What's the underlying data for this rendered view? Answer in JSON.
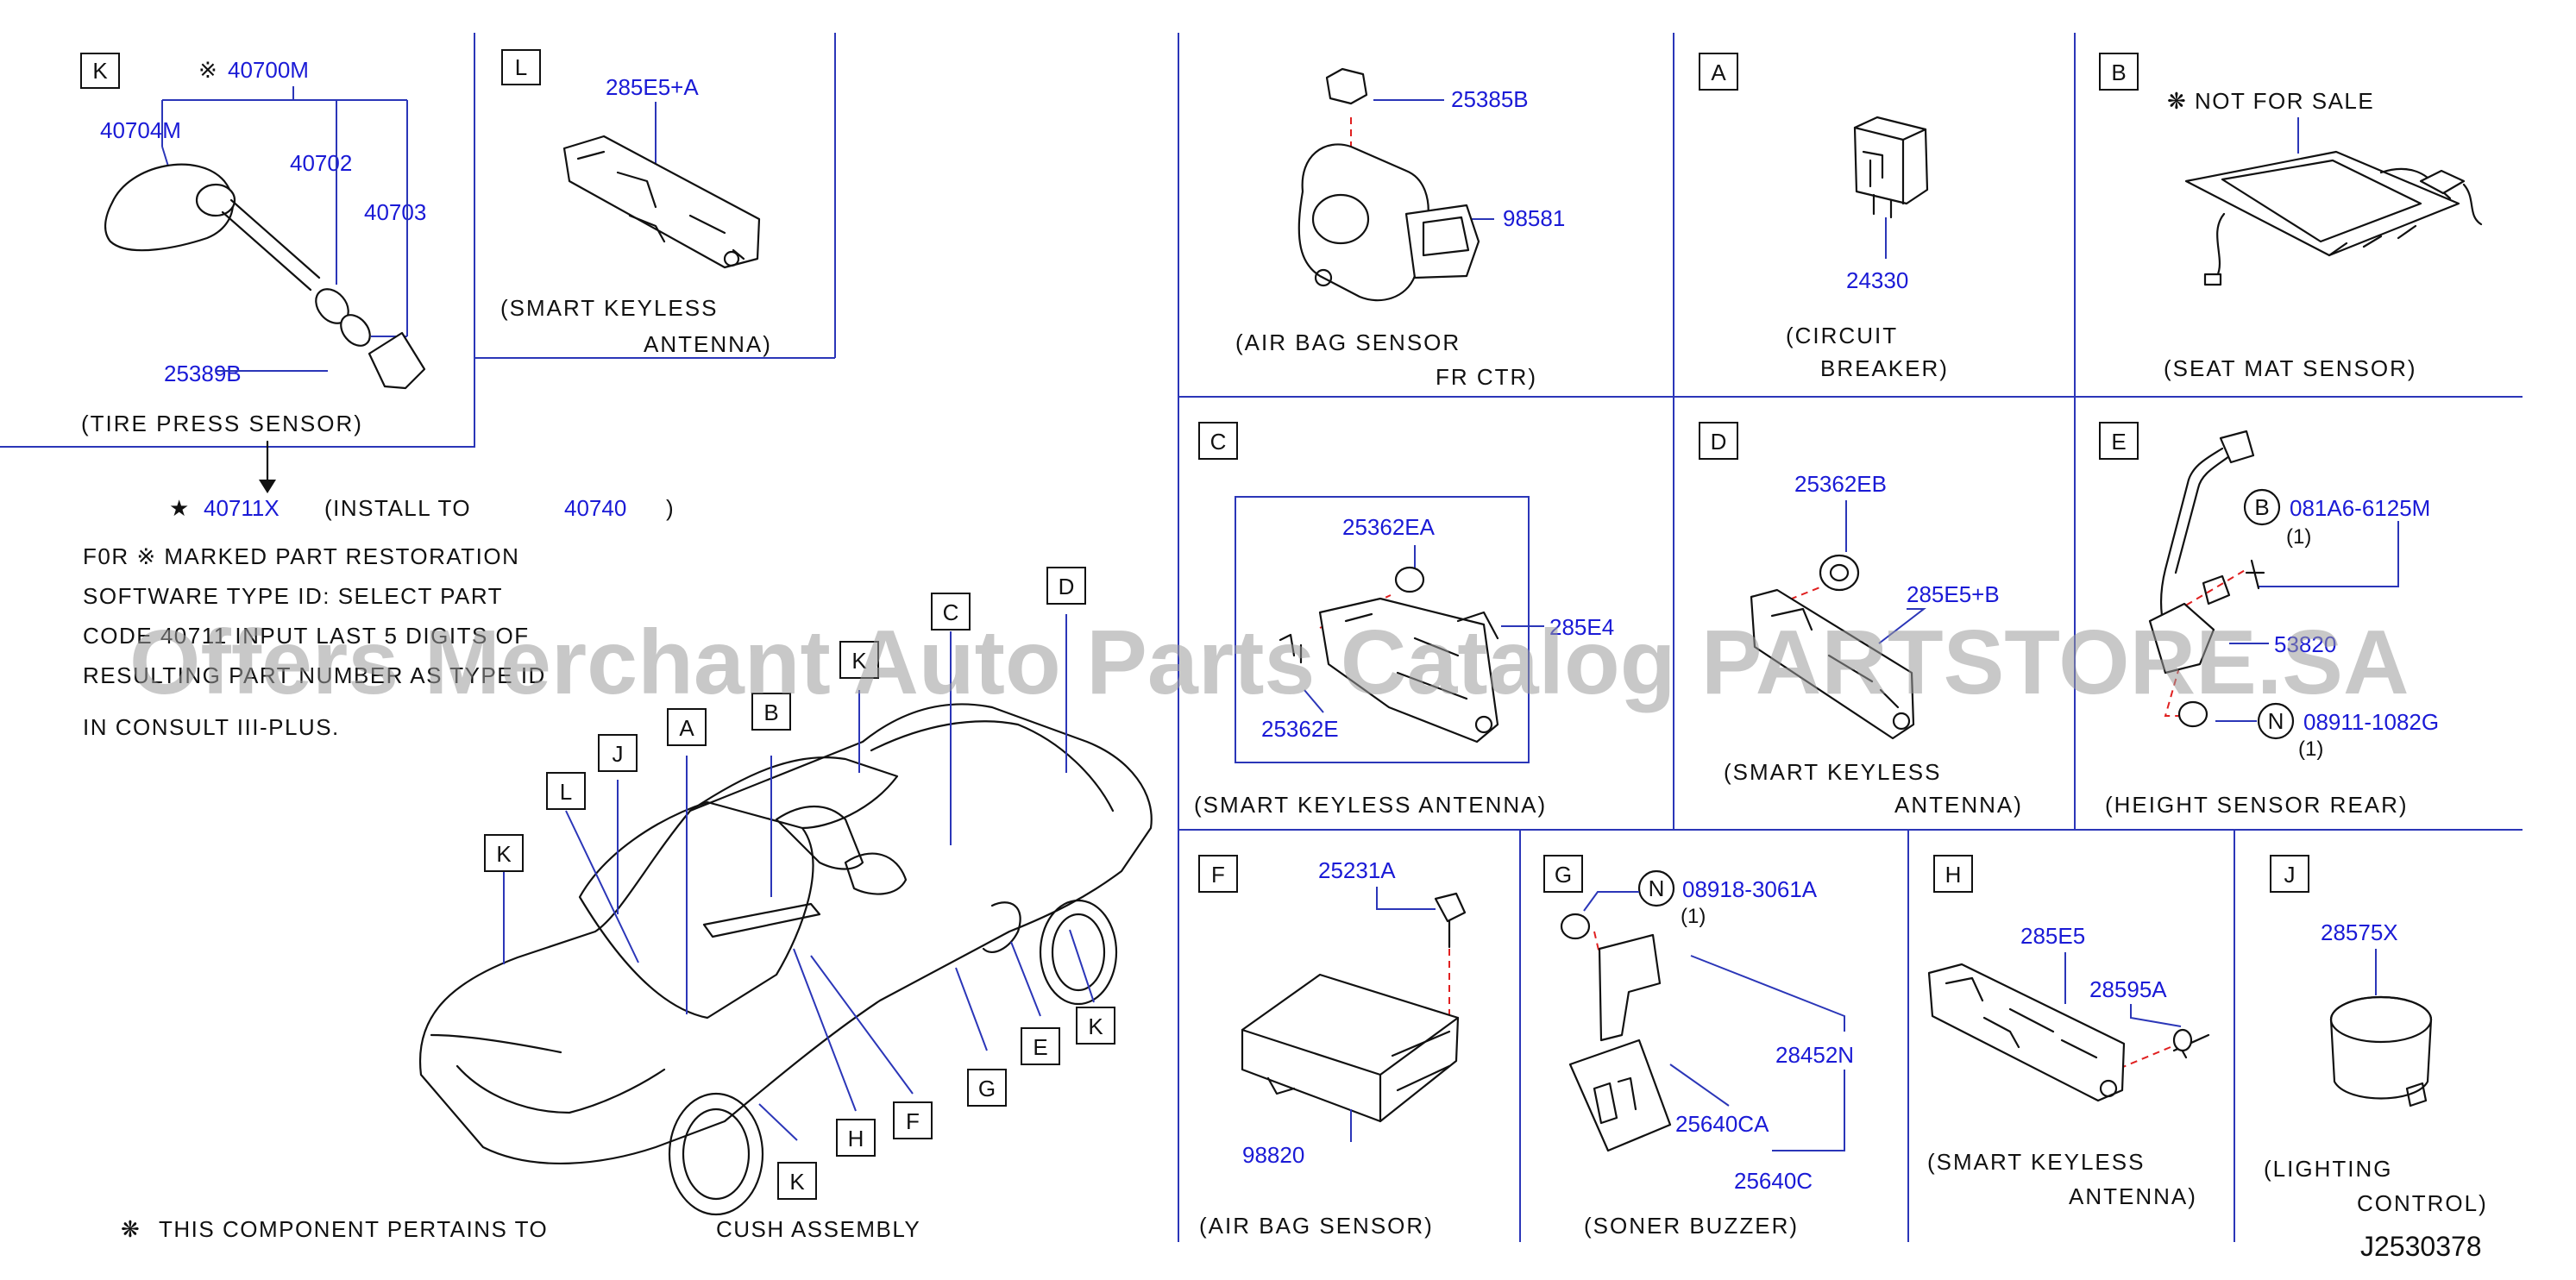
{
  "watermark": "Offers Merchant Auto Parts Catalog PARTSTORE.SA",
  "drawing_id": "J2530378",
  "footnote": {
    "symbol": "❋",
    "text_a": "THIS  COMPONENT  PERTAINS  TO",
    "text_b": "CUSH  ASSEMBLY"
  },
  "note": {
    "star_part": "40711X",
    "install_prefix": "(INSTALL  TO",
    "install_part": "40740",
    "install_suffix": ")",
    "star_symbol": "★",
    "line1": "F0R  ※ MARKED  PART  RESTORATION",
    "line2": "SOFTWARE  TYPE  ID:  SELECT  PART",
    "line3": "CODE  40711     INPUT  LAST  5  DIGITS  OF",
    "line4": "RESULTING  PART  NUMBER  AS  TYPE  ID",
    "line5": "IN  CONSULT  III-PLUS."
  },
  "panels": {
    "K": {
      "letter": "K",
      "asterisk": "※",
      "p_top": "40700M",
      "p1": "40704M",
      "p2": "40702",
      "p3": "40703",
      "p4": "25389B",
      "caption": "(TIRE  PRESS  SENSOR)"
    },
    "L": {
      "letter": "L",
      "p1": "285E5+A",
      "cap1": "(SMART  KEYLESS",
      "cap2": "ANTENNA)"
    },
    "airbag_fr": {
      "p1": "25385B",
      "p2": "98581",
      "cap1": "(AIR  BAG  SENSOR",
      "cap2": "FR  CTR)"
    },
    "A": {
      "letter": "A",
      "p1": "24330",
      "cap1": "(CIRCUIT",
      "cap2": "BREAKER)"
    },
    "B": {
      "letter": "B",
      "note": "❋ NOT  FOR  SALE",
      "caption": "(SEAT  MAT  SENSOR)"
    },
    "C": {
      "letter": "C",
      "p1": "25362EA",
      "p2": "285E4",
      "p3": "25362E",
      "caption": "(SMART  KEYLESS  ANTENNA)"
    },
    "D": {
      "letter": "D",
      "p1": "25362EB",
      "p2": "285E5+B",
      "cap1": "(SMART  KEYLESS",
      "cap2": "ANTENNA)"
    },
    "E": {
      "letter": "E",
      "circ1": "B",
      "p1": "081A6-6125M",
      "q1": "(1)",
      "p2": "53820",
      "circ2": "N",
      "p3": "08911-1082G",
      "q2": "(1)",
      "caption": "(HEIGHT  SENSOR  REAR)"
    },
    "F": {
      "letter": "F",
      "p1": "25231A",
      "p2": "98820",
      "caption": "(AIR  BAG  SENSOR)"
    },
    "G": {
      "letter": "G",
      "circ": "N",
      "p1": "08918-3061A",
      "q1": "(1)",
      "p2": "28452N",
      "p3": "25640CA",
      "p4": "25640C",
      "caption": "(SONER  BUZZER)"
    },
    "H": {
      "letter": "H",
      "p1": "285E5",
      "p2": "28595A",
      "cap1": "(SMART  KEYLESS",
      "cap2": "ANTENNA)"
    },
    "J": {
      "letter": "J",
      "p1": "28575X",
      "cap1": "(LIGHTING",
      "cap2": "CONTROL)"
    }
  },
  "car_callouts": {
    "c1": "C",
    "c2": "D",
    "c3": "K",
    "c4": "B",
    "c5": "A",
    "c6": "J",
    "c7": "L",
    "c8": "K",
    "c9": "E",
    "c10": "K",
    "c11": "G",
    "c12": "F",
    "c13": "H",
    "c14": "K"
  }
}
